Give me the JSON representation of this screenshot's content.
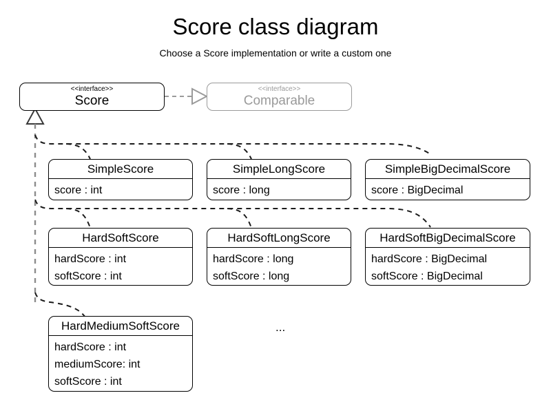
{
  "header": {
    "title": "Score class diagram",
    "subtitle": "Choose a Score implementation or write a custom one"
  },
  "colors": {
    "stroke": "#000000",
    "muted_stroke": "#9a9a9a",
    "trunk": "#8c8c8c",
    "background": "#ffffff"
  },
  "interfaces": [
    {
      "id": "score",
      "stereotype": "<<interface>>",
      "name": "Score",
      "muted": false
    },
    {
      "id": "comparable",
      "stereotype": "<<interface>>",
      "name": "Comparable",
      "muted": true
    }
  ],
  "classes": [
    {
      "id": "simple-score",
      "name": "SimpleScore",
      "attributes": [
        "score : int"
      ]
    },
    {
      "id": "simple-long-score",
      "name": "SimpleLongScore",
      "attributes": [
        "score : long"
      ]
    },
    {
      "id": "simple-big-decimal-score",
      "name": "SimpleBigDecimalScore",
      "attributes": [
        "score : BigDecimal"
      ]
    },
    {
      "id": "hard-soft-score",
      "name": "HardSoftScore",
      "attributes": [
        "hardScore : int",
        "softScore : int"
      ]
    },
    {
      "id": "hard-soft-long-score",
      "name": "HardSoftLongScore",
      "attributes": [
        "hardScore : long",
        "softScore : long"
      ]
    },
    {
      "id": "hard-soft-big-decimal-score",
      "name": "HardSoftBigDecimalScore",
      "attributes": [
        "hardScore : BigDecimal",
        "softScore : BigDecimal"
      ]
    },
    {
      "id": "hard-medium-soft-score",
      "name": "HardMediumSoftScore",
      "attributes": [
        "hardScore : int",
        "mediumScore: int",
        "softScore : int"
      ]
    }
  ],
  "more_indicator": "...",
  "relationships": {
    "score_realizes_comparable": "realization",
    "implementations_of_score": "realization"
  }
}
